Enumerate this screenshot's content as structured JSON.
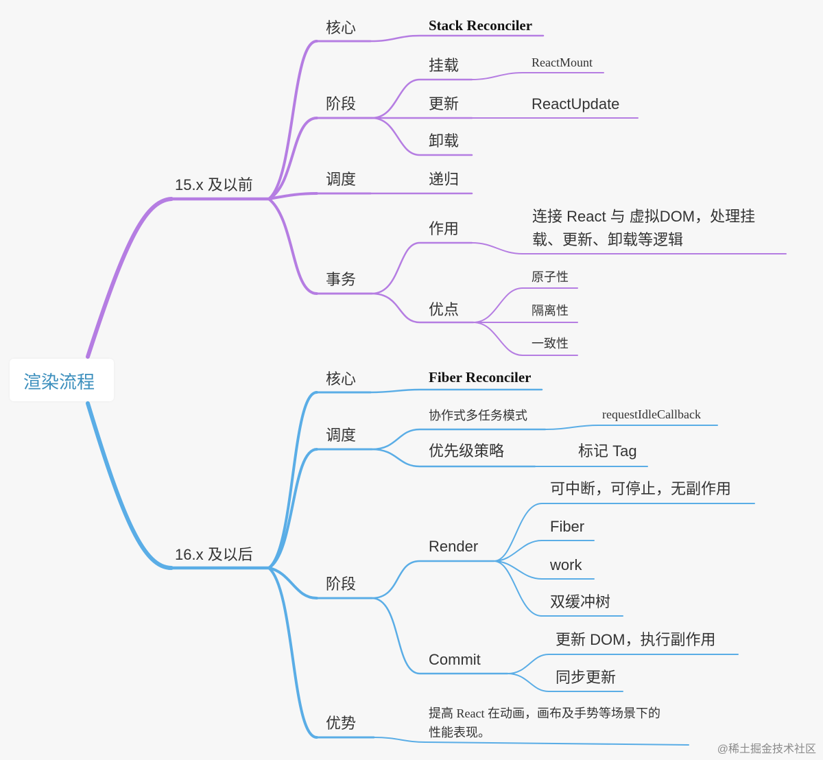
{
  "colors": {
    "purple": "#b57de2",
    "blue": "#5aade6",
    "root_text": "#3c8fbd"
  },
  "root": "渲染流程",
  "v15": {
    "label": "15.x 及以前",
    "core": {
      "label": "核心",
      "value": "Stack Reconciler"
    },
    "phase": {
      "label": "阶段",
      "mount": "挂载",
      "mount_val": "ReactMount",
      "update": "更新",
      "update_val": "ReactUpdate",
      "unmount": "卸载"
    },
    "schedule": {
      "label": "调度",
      "value": "递归"
    },
    "transaction": {
      "label": "事务",
      "role": "作用",
      "role_line1": "连接 React 与 虚拟DOM，处理挂",
      "role_line2": "载、更新、卸载等逻辑",
      "pros": "优点",
      "pros_items": [
        "原子性",
        "隔离性",
        "一致性"
      ]
    }
  },
  "v16": {
    "label": "16.x 及以后",
    "core": {
      "label": "核心",
      "value": "Fiber Reconciler"
    },
    "schedule": {
      "label": "调度",
      "coop": "协作式多任务模式",
      "coop_val": "requestIdleCallback",
      "prio": "优先级策略",
      "prio_val": "标记 Tag"
    },
    "phase": {
      "label": "阶段",
      "render": "Render",
      "render_items": [
        "可中断，可停止，无副作用",
        "Fiber",
        "work",
        "双缓冲树"
      ],
      "commit": "Commit",
      "commit_items": [
        "更新 DOM，执行副作用",
        "同步更新"
      ]
    },
    "advantage": {
      "label": "优势",
      "line1": "提高 React 在动画，画布及手势等场景下的",
      "line2": "性能表现。"
    }
  },
  "watermark": "@稀土掘金技术社区"
}
